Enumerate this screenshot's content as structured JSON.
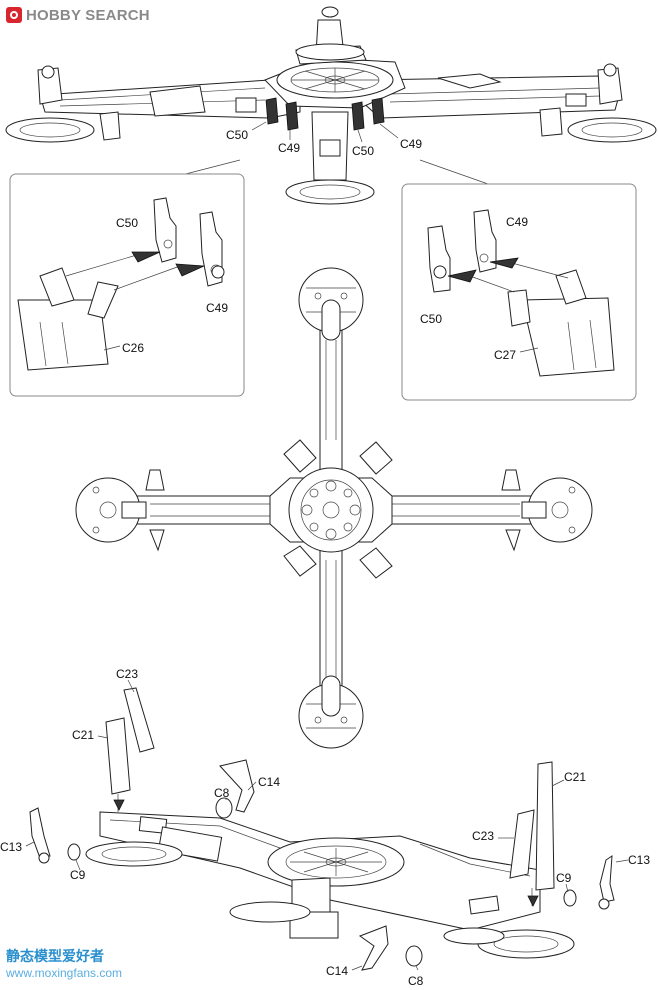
{
  "watermark": {
    "brand": "HOBBY SEARCH",
    "footer_cn": "静态模型爱好者",
    "footer_url": "www.moxingfans.com"
  },
  "parts": {
    "c50": "C50",
    "c49": "C49",
    "c26": "C26",
    "c27": "C27",
    "c23": "C23",
    "c21": "C21",
    "c14": "C14",
    "c13": "C13",
    "c9": "C9",
    "c8": "C8"
  },
  "colors": {
    "line": "#222222",
    "frame": "#888888",
    "brand_red": "#d8262e",
    "brand_gray": "#8a8a8a",
    "watermark_blue": "#2a8fcf"
  }
}
